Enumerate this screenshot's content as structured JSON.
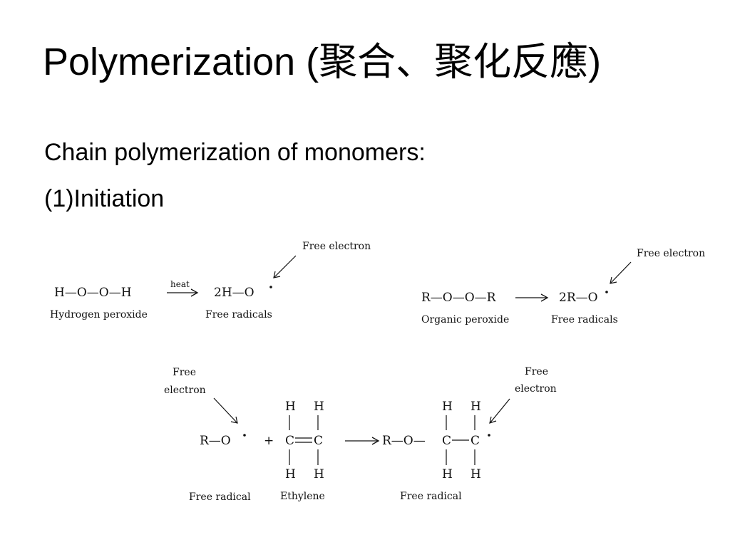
{
  "slide": {
    "title": "Polymerization (聚合、聚化反應)",
    "line1": "Chain polymerization of monomers:",
    "line2": "(1)Initiation"
  },
  "fig1": {
    "reactant": "H—O—O—H",
    "heat": "heat",
    "product": "2H—O",
    "reactant_caption": "Hydrogen peroxide",
    "product_caption": "Free radicals",
    "annotation": "Free electron"
  },
  "fig2": {
    "reactant": "R—O—O—R",
    "product": "2R—O",
    "reactant_caption": "Organic peroxide",
    "product_caption": "Free radicals",
    "annotation": "Free electron"
  },
  "fig3": {
    "annotation_left": [
      "Free",
      "electron"
    ],
    "annotation_right": [
      "Free",
      "electron"
    ],
    "radical": "R—O",
    "plus": "+",
    "h": "H",
    "c": "C",
    "product_prefix": "R—O—",
    "caption_radical": "Free radical",
    "caption_ethylene": "Ethylene",
    "caption_product": "Free radical"
  }
}
